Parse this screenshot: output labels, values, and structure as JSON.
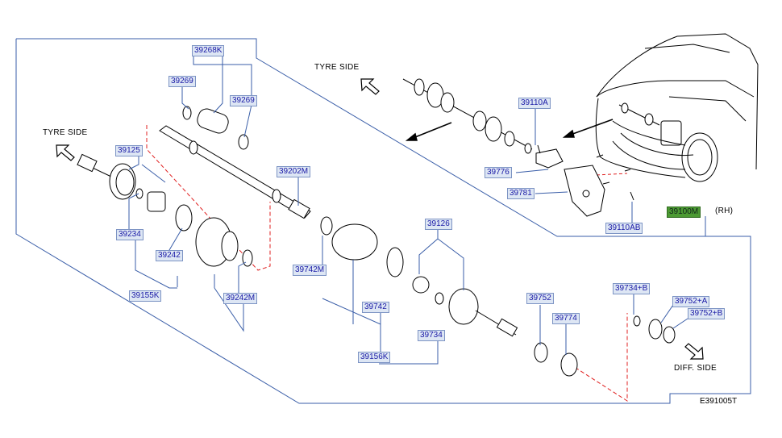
{
  "sides": {
    "tyre_left": "TYRE SIDE",
    "tyre_top": "TYRE SIDE",
    "diff": "DIFF. SIDE"
  },
  "assembly": {
    "part": "39100M",
    "side_note": "(RH)"
  },
  "diagram_code": "E391005T",
  "parts": {
    "p39268K": "39268K",
    "p39269a": "39269",
    "p39269b": "39269",
    "p39125": "39125",
    "p39202M": "39202M",
    "p39234": "39234",
    "p39242": "39242",
    "p39242M": "39242M",
    "p39155K": "39155K",
    "p39742M": "39742M",
    "p39742": "39742",
    "p39156K": "39156K",
    "p39126": "39126",
    "p39734": "39734",
    "p39752": "39752",
    "p39774": "39774",
    "p39734B": "39734+B",
    "p39752A": "39752+A",
    "p39752B": "39752+B",
    "p39110A": "39110A",
    "p39776": "39776",
    "p39781": "39781",
    "p39110AB": "39110AB"
  },
  "colors": {
    "label_bg": "#dde6f4",
    "label_text": "#1a1aa6",
    "frame": "#3a5ea8",
    "leader": "#3a5ea8",
    "dash": "#e02020",
    "highlight": "#4c9a33"
  }
}
